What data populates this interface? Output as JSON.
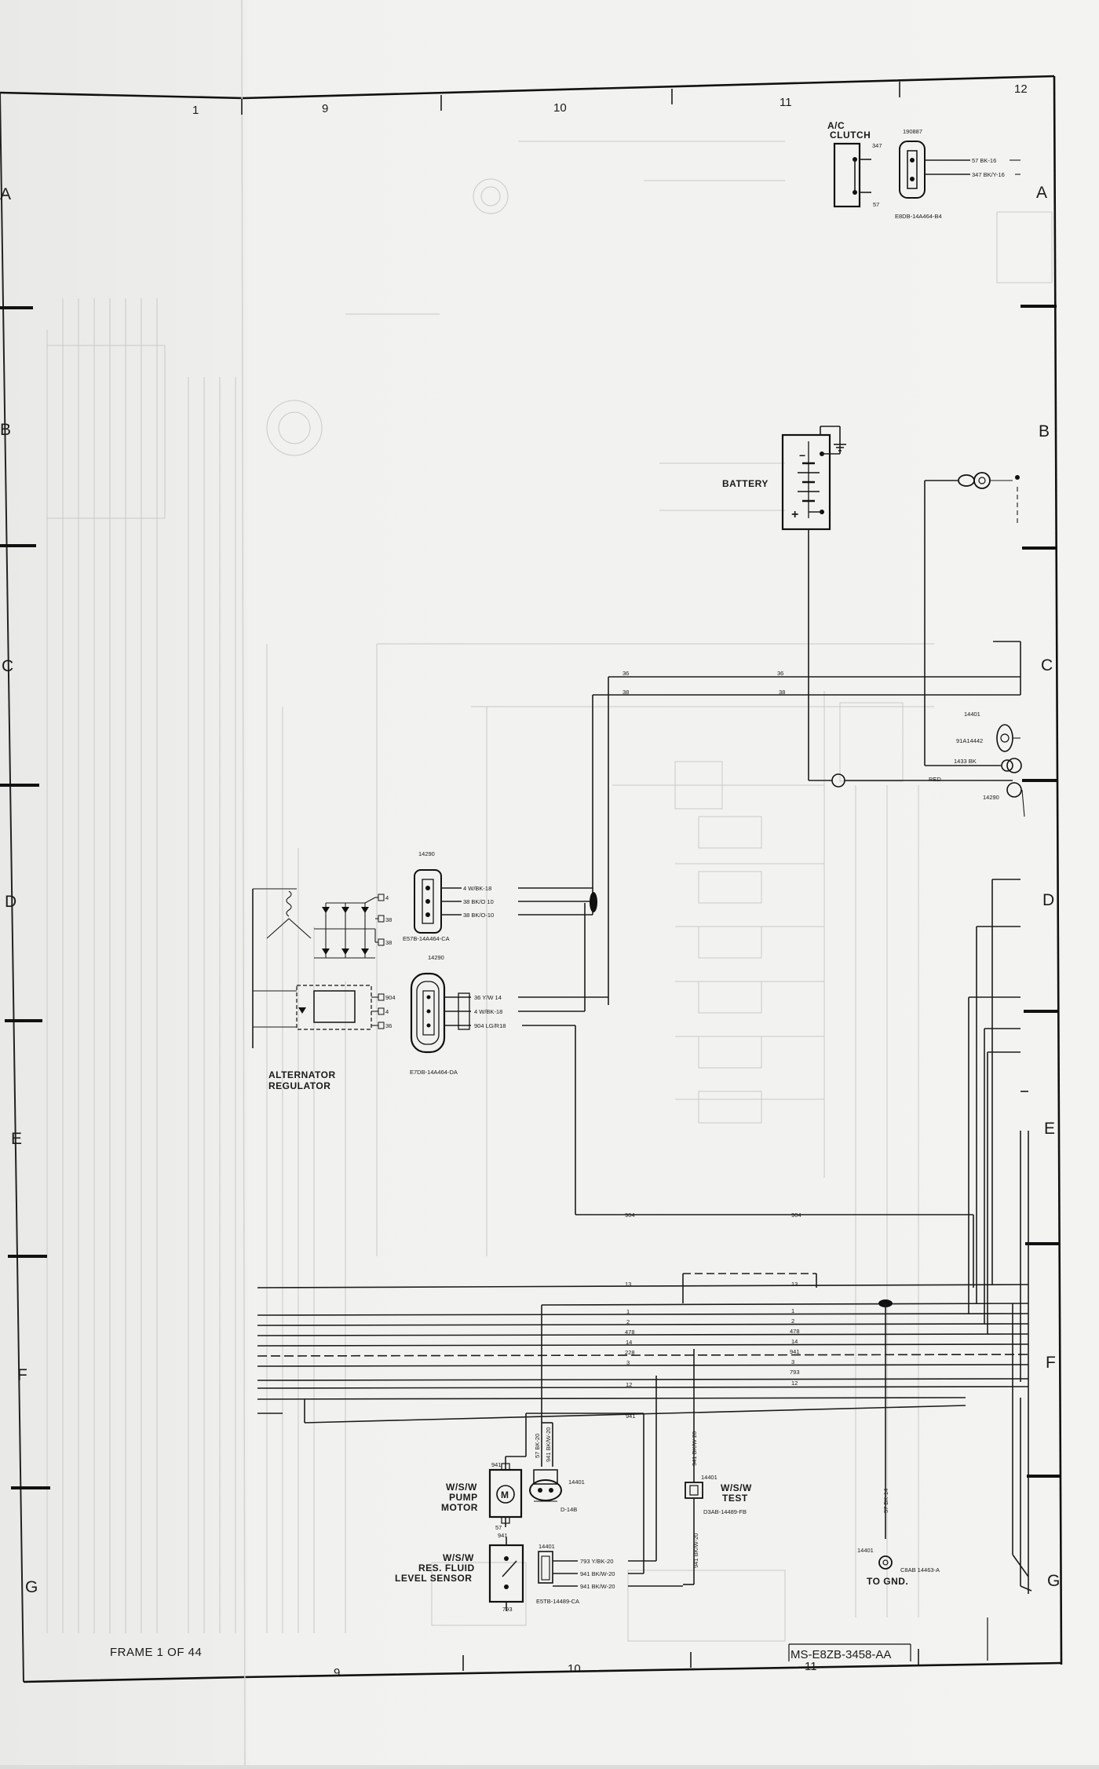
{
  "sheet": {
    "frame_label": "FRAME 1 OF 44",
    "drawing_number": "MS-E8ZB-3458-AA",
    "column_numbers_top": [
      "1",
      "9",
      "10",
      "11",
      "12"
    ],
    "column_numbers_bottom": [
      "9",
      "10",
      "11"
    ],
    "row_letters_left": [
      "A",
      "B",
      "C",
      "D",
      "E",
      "F",
      "G"
    ],
    "row_letters_right": [
      "A",
      "B",
      "C",
      "D",
      "E",
      "F",
      "G"
    ]
  },
  "components": {
    "ac_clutch": {
      "label": "A/C CLUTCH",
      "part_number": "190887",
      "pin_top": "347",
      "pin_bottom": "57",
      "wire_1": "57 BK-16",
      "wire_2": "347 BK/Y-16",
      "connector_code": "E8DB-14A464-B4"
    },
    "battery": {
      "label": "BATTERY",
      "minus": "−",
      "plus": "+"
    },
    "alternator_regulator": {
      "label_line1": "ALTERNATOR",
      "label_line2": "REGULATOR",
      "pins_upper": [
        "4",
        "38",
        "38"
      ],
      "pins_lower": [
        "904",
        "4",
        "36"
      ]
    },
    "connector_upper": {
      "part_number": "14290",
      "code": "E57B-14A464-CA",
      "wires": [
        "4 W/BK-18",
        "38 BK/O 10",
        "38 BK/O-10"
      ]
    },
    "connector_lower": {
      "part_number": "14290",
      "code": "E7DB-14A464-DA",
      "wires": [
        "36 Y/W 14",
        "4 W/BK-18",
        "904 LG/R18"
      ]
    },
    "right_side": {
      "ref_14401": "14401",
      "ref_91a": "91A14442",
      "wire_1433": "1433 BK",
      "wire_red": "RED",
      "ref_14290": "14290"
    },
    "wsw_pump_motor": {
      "line1": "W/S/W",
      "line2": "PUMP",
      "line3": "MOTOR",
      "motor_symbol": "M",
      "pin_top": "941",
      "pin_bottom": "57"
    },
    "wsw_connector": {
      "part_number": "14401",
      "code": "D-14B",
      "wire_1": "57 BK-20",
      "wire_2": "941 BK/W-20"
    },
    "wsw_test": {
      "line1": "W/S/W",
      "line2": "TEST",
      "part_number": "14401",
      "code": "D3AB-14489-FB",
      "wire_top": "941 BK/W 20",
      "wire_bottom": "941 BK/W-20"
    },
    "wsw_res_fluid": {
      "line1": "W/S/W",
      "line2": "RES. FLUID",
      "line3": "LEVEL SENSOR",
      "part_number": "14401",
      "code": "E5TB-14489-CA",
      "pin_top": "941",
      "pin_bottom": "793",
      "wires": [
        "793 Y/BK-20",
        "941 BK/W-20",
        "941 BK/W-20"
      ]
    },
    "ground": {
      "label": "TO GND.",
      "part_number": "14401",
      "code": "C8AB 14463-A",
      "wire": "57 BK-14"
    }
  },
  "circuit_labels": {
    "c36": "36",
    "c38": "38",
    "c904": "904",
    "bus": [
      "13",
      "1",
      "2",
      "478",
      "14",
      "228",
      "3",
      "12"
    ],
    "bus_right": [
      "13",
      "1",
      "2",
      "478",
      "14",
      "941",
      "3",
      "793",
      "12"
    ],
    "c941": "941"
  }
}
